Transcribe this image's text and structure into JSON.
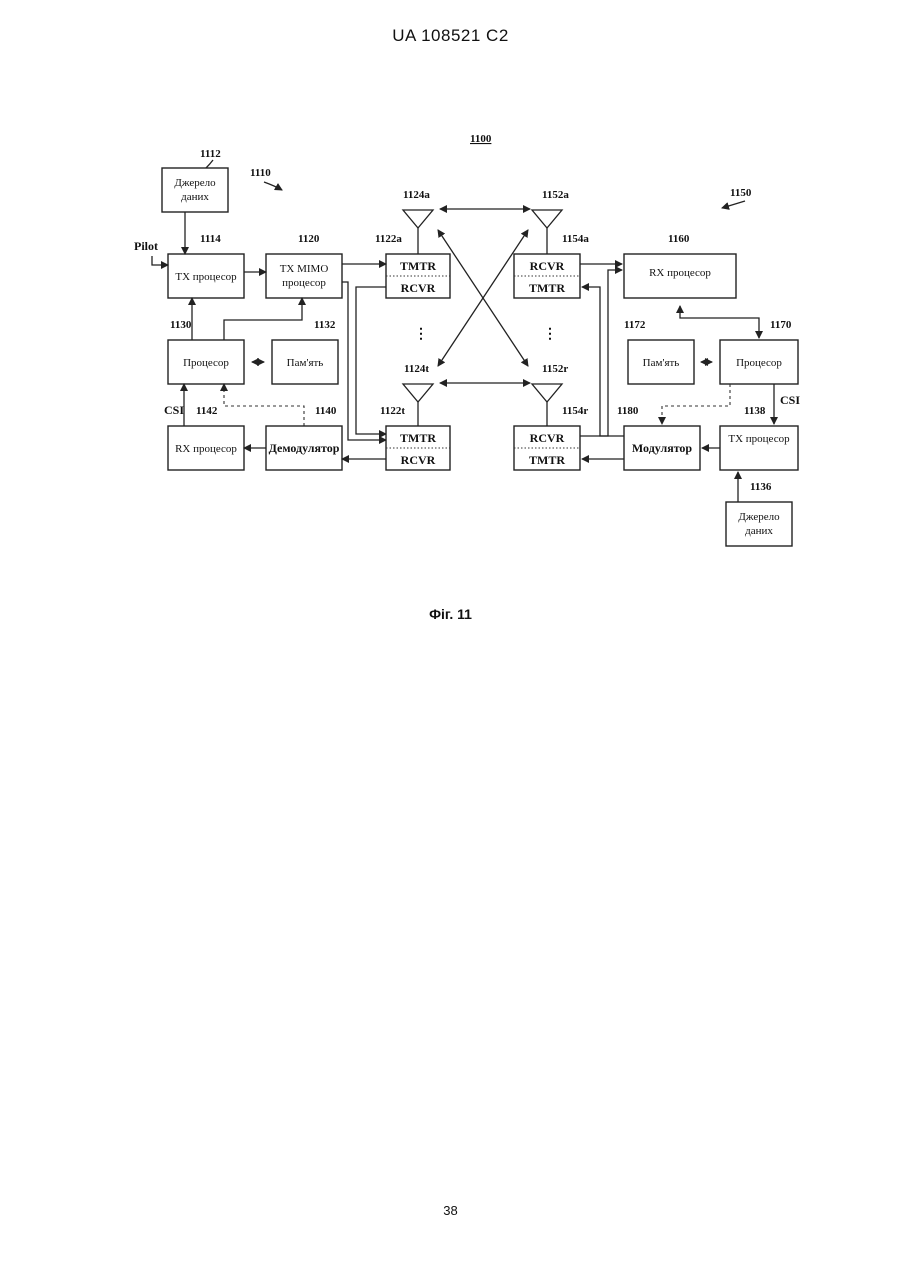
{
  "header": "UA   108521   C2",
  "page_number": "38",
  "figure_caption": "Фіг. 11",
  "diagram": {
    "system_ref": "1100",
    "left_ref": "1110",
    "right_ref": "1150",
    "blocks": {
      "src_left": [
        "Джерело",
        "даних"
      ],
      "tx_proc_left": "ТХ процесор",
      "tx_mimo": [
        "ТХ МІМО",
        "процесор"
      ],
      "proc_left": "Процесор",
      "mem_left": "Пам'ять",
      "rx_proc_left": "RX процесор",
      "demod": "Демодулятор",
      "tmtr": "TMTR",
      "rcvr": "RCVR",
      "rx_proc_right": "RX процесор",
      "mem_right": "Пам'ять",
      "proc_right": "Процесор",
      "modulator": "Модулятор",
      "tx_proc_right": "ТХ процесор",
      "src_right": [
        "Джерело",
        "даних"
      ]
    },
    "refs": {
      "r1112": "1112",
      "r1114": "1114",
      "r1120": "1120",
      "r1122a": "1122a",
      "r1124a": "1124a",
      "r1130": "1130",
      "r1132": "1132",
      "r1124t": "1124t",
      "r1122t": "1122t",
      "r1142": "1142",
      "r1140": "1140",
      "r1152a": "1152a",
      "r1154a": "1154a",
      "r1160": "1160",
      "r1172": "1172",
      "r1170": "1170",
      "r1152r": "1152r",
      "r1154r": "1154r",
      "r1180": "1180",
      "r1138": "1138",
      "r1136": "1136"
    },
    "signals": {
      "pilot": "Pilot",
      "csi_left": "CSI",
      "csi_right": "CSI"
    },
    "ellipsis": "⋮"
  }
}
